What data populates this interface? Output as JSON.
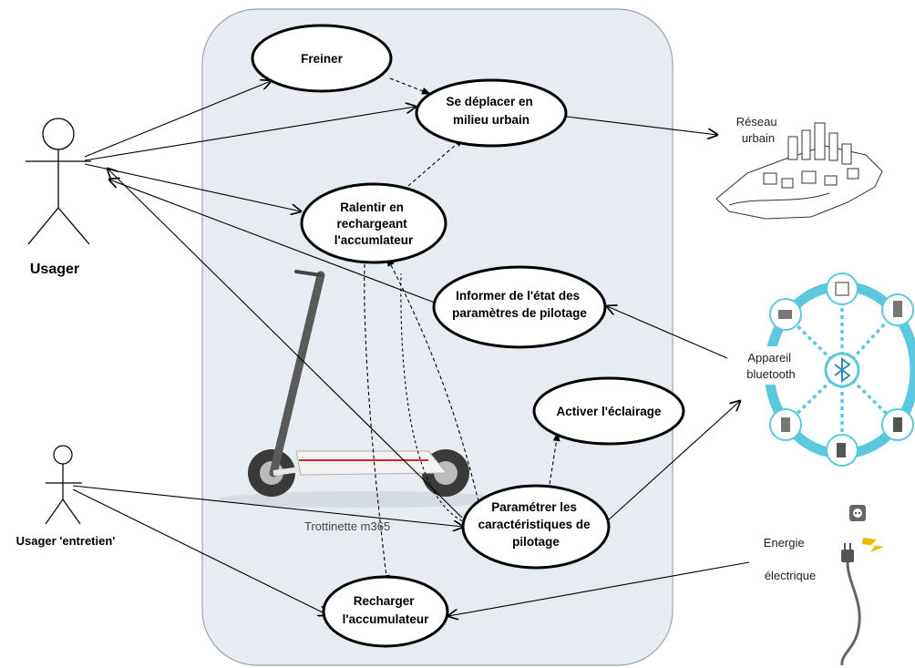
{
  "actors": {
    "usager": "Usager",
    "usager_entretien": "Usager 'entretien'"
  },
  "system": {
    "label": "Trottinette m365"
  },
  "use_cases": {
    "freiner": [
      "Freiner"
    ],
    "se_deplacer": [
      "Se déplacer  en",
      "milieu urbain"
    ],
    "ralentir": [
      "Ralentir en",
      "rechargeant",
      "l'accumlateur"
    ],
    "informer": [
      "Informer de l'état des",
      "paramètres de pilotage"
    ],
    "activer": [
      "Activer l'éclairage"
    ],
    "parametrer": [
      "Paramétrer les",
      "caractéristiques de",
      "pilotage"
    ],
    "recharger": [
      "Recharger",
      "l'accumulateur"
    ]
  },
  "externals": {
    "reseau": [
      "Réseau",
      "urbain"
    ],
    "bluetooth": [
      "Appareil",
      "bluetooth"
    ],
    "energie": [
      "Energie",
      "électrique"
    ]
  },
  "colors": {
    "system_fill": "#e7ecf2",
    "system_stroke": "#9aa4ae",
    "bluetooth_accent": "#5bc8e0"
  }
}
